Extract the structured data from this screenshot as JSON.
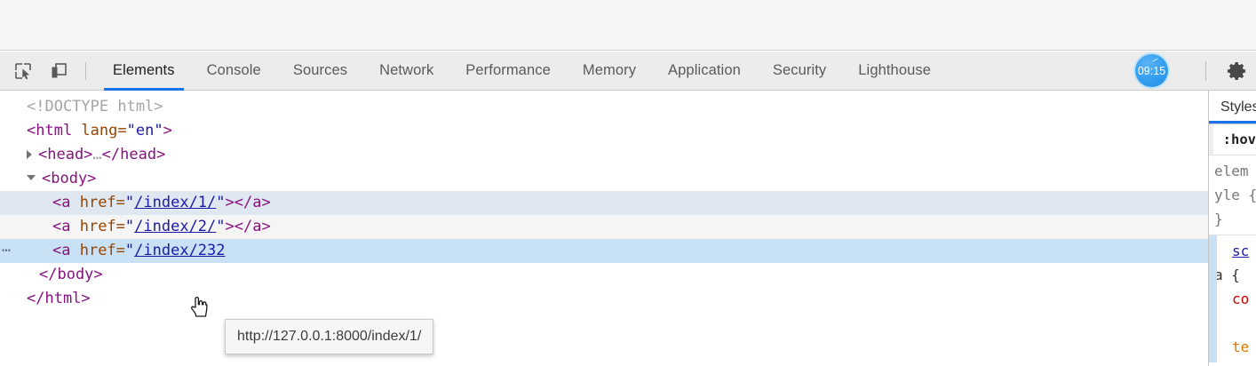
{
  "window": {
    "page_viewport_blank": ""
  },
  "toolbar": {
    "inspect_icon": "inspect-element-icon",
    "device_icon": "device-toolbar-icon",
    "tabs": [
      {
        "label": "Elements",
        "active": true
      },
      {
        "label": "Console",
        "active": false
      },
      {
        "label": "Sources",
        "active": false
      },
      {
        "label": "Network",
        "active": false
      },
      {
        "label": "Performance",
        "active": false
      },
      {
        "label": "Memory",
        "active": false
      },
      {
        "label": "Application",
        "active": false
      },
      {
        "label": "Security",
        "active": false
      },
      {
        "label": "Lighthouse",
        "active": false
      }
    ],
    "time_badge": "09:15",
    "settings_icon": "gear-icon",
    "accent_color": "#1a73e8"
  },
  "dom_tree": {
    "rows": [
      {
        "id": "doctype",
        "text": "<!DOCTYPE html>",
        "state": "normal"
      },
      {
        "id": "html-open",
        "tag_open": "<html",
        "attr_name": " lang=",
        "attr_value": "\"en\"",
        "tag_close": ">",
        "state": "normal"
      },
      {
        "id": "head",
        "tag_open": "<head>",
        "ellipsis": "…",
        "tag_close": "</head>",
        "state": "normal",
        "twisty": "collapsed"
      },
      {
        "id": "body-open",
        "tag_open": "<body>",
        "state": "normal",
        "twisty": "expanded"
      },
      {
        "id": "anchor-1",
        "prefix": "<a ",
        "attr_name": "href=",
        "quote_open": "\"",
        "href": "/index/1/",
        "quote_close": "\"",
        "gt": ">",
        "close_tag": "</a>",
        "state": "hovered"
      },
      {
        "id": "anchor-2",
        "prefix": "<a ",
        "attr_name": "href=",
        "quote_open": "\"",
        "href": "/index/2/",
        "quote_close": "\"",
        "gt": ">",
        "close_tag": "</a>",
        "state": "striped"
      },
      {
        "id": "anchor-3",
        "prefix": "<a ",
        "attr_name": "href=",
        "quote_open": "\"",
        "href": "/index/232",
        "quote_close": "",
        "gt": "",
        "close_tag": "",
        "state": "selected",
        "gutter": "⋯"
      },
      {
        "id": "body-close",
        "text": "</body>",
        "state": "normal"
      },
      {
        "id": "html-close",
        "text": "</html>",
        "state": "normal"
      }
    ]
  },
  "tooltip": {
    "url": "http://127.0.0.1:8000/index/1/"
  },
  "cursor": {
    "type": "pointer-hand-cursor"
  },
  "styles_pane": {
    "tab_label": "Styles",
    "hover_filter": ":hov",
    "element_style_lines": [
      "elem",
      "yle {",
      "}"
    ],
    "rule_source": "sc",
    "rule_selector": "a {",
    "properties": [
      {
        "name": "co"
      },
      {
        "name": "te"
      }
    ]
  },
  "colors": {
    "accent": "#1a73e8",
    "row_hover": "#dfe7f1",
    "row_striped": "#f5f5f5",
    "row_selected": "#c9e1f5",
    "toolbar_bg": "#ececec",
    "tag": "#881280",
    "attr": "#994500",
    "value": "#1a1aa6"
  }
}
